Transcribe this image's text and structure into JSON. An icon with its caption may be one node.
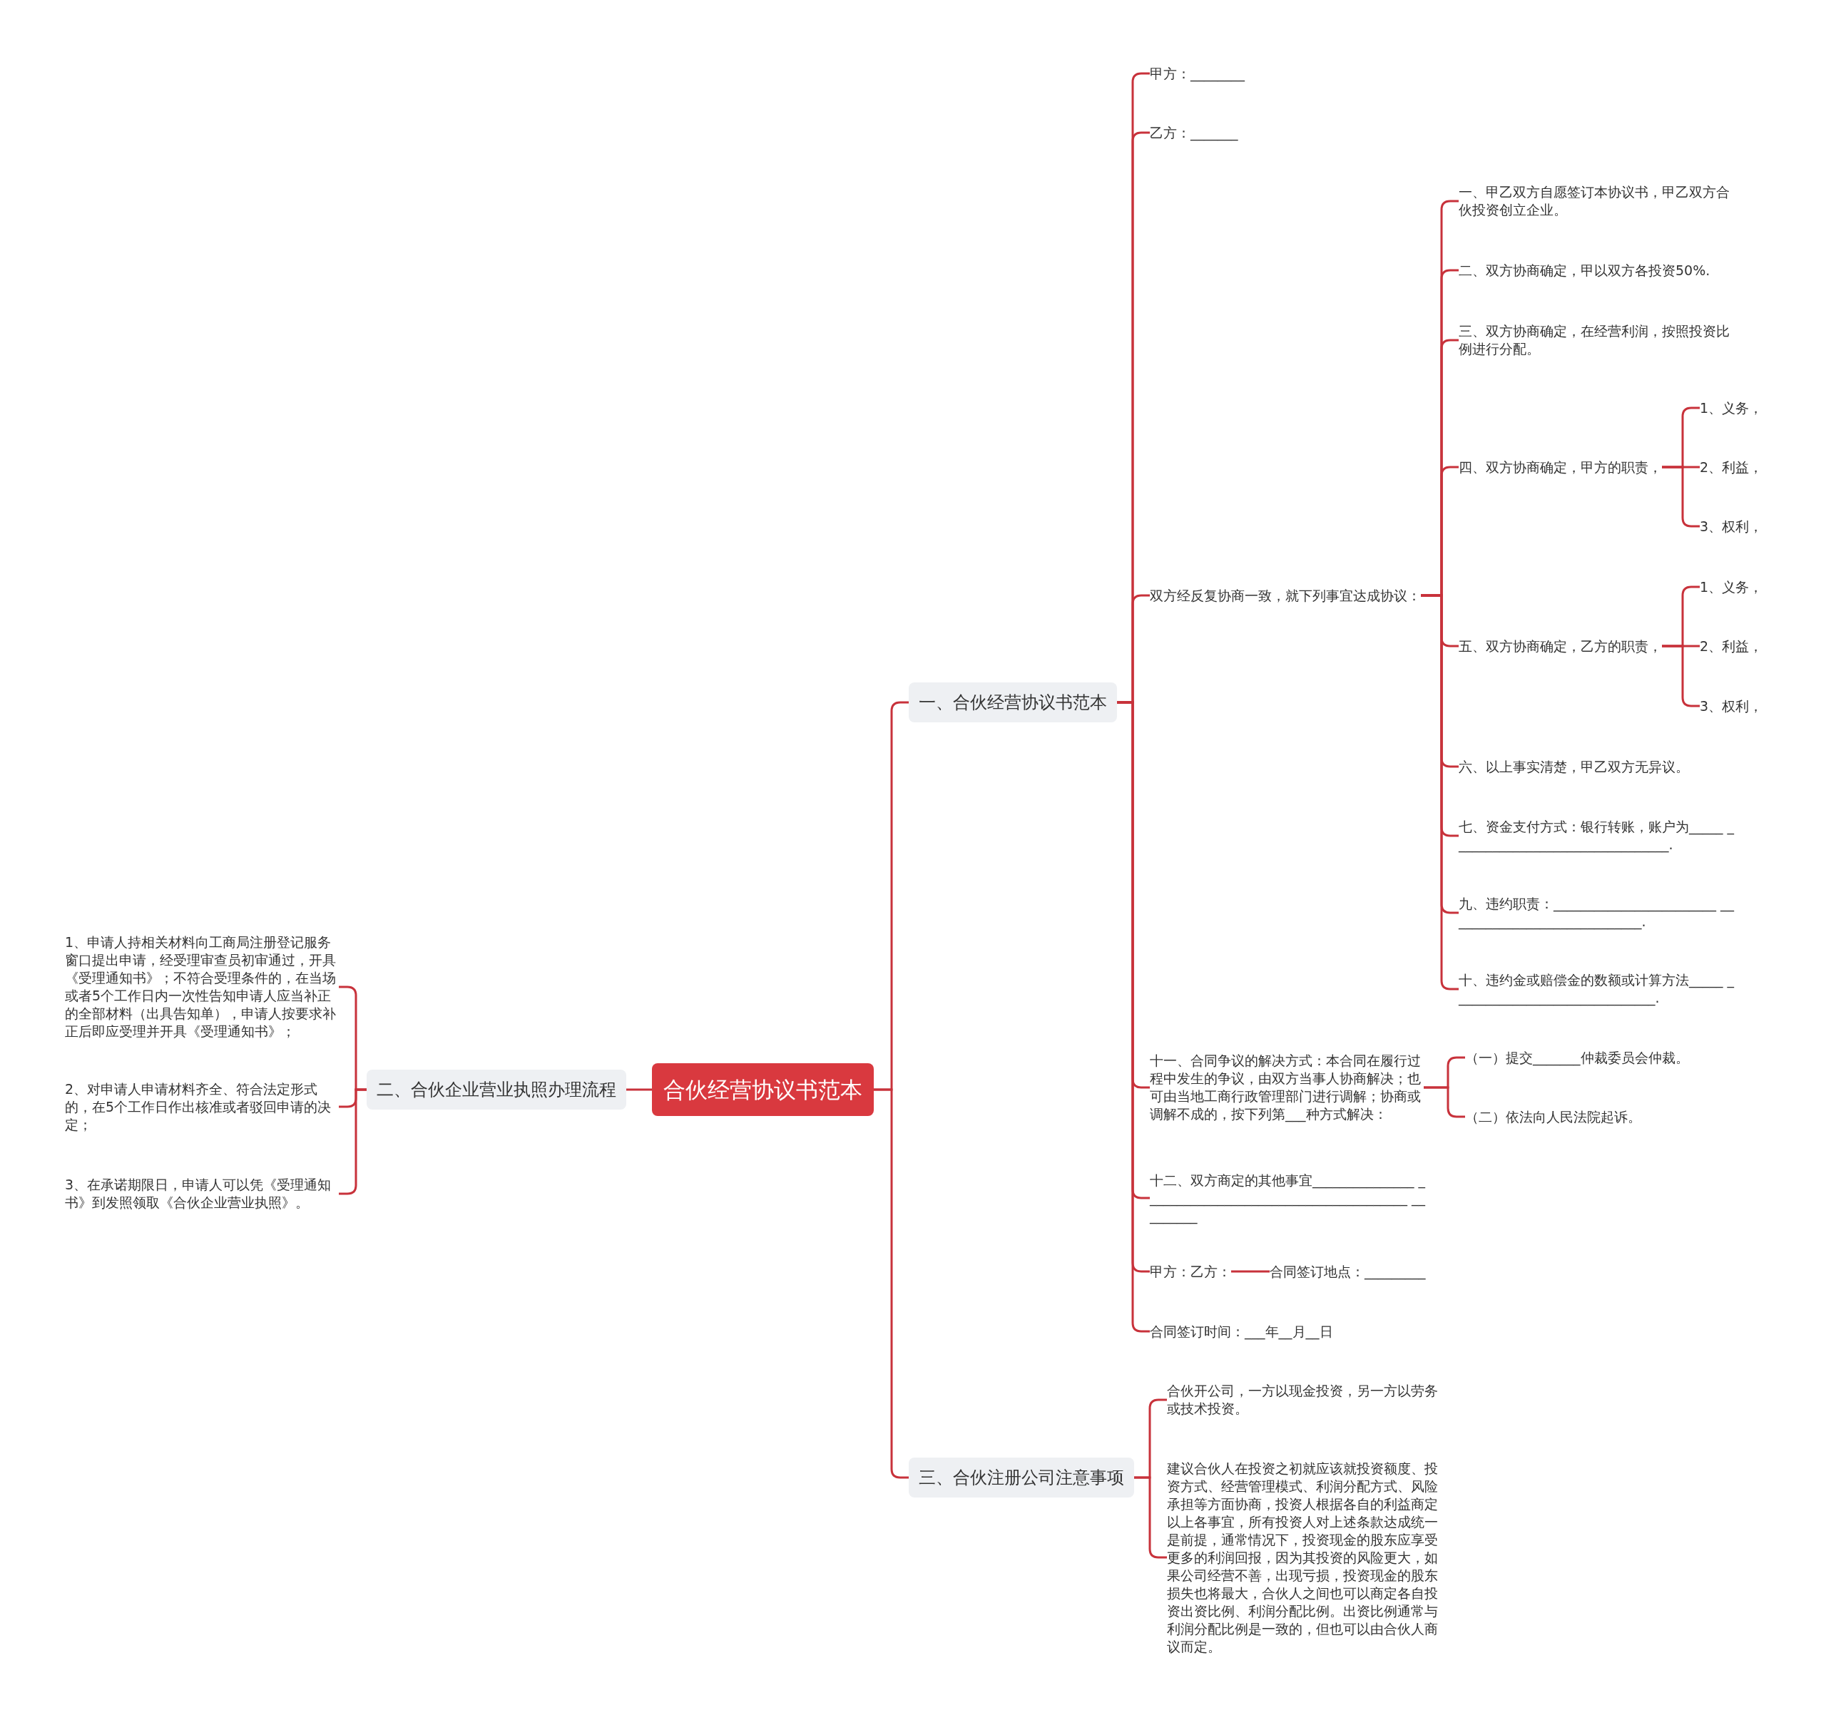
{
  "diagram": {
    "nodes": [
      {
        "text": [
          "合伙经营协议书范本"
        ]
      },
      {
        "text": [
          "一、合伙经营协议书范本"
        ]
      },
      {
        "text": [
          "甲方：________"
        ]
      },
      {
        "text": [
          "乙方：_______"
        ]
      },
      {
        "text": [
          "双方经反复协商一致，就下列事宜达成协议："
        ]
      },
      {
        "text": [
          "一、甲乙双方自愿签订本协议书，甲乙双方合伙投资创立企业。"
        ]
      },
      {
        "text": [
          "二、双方协商确定，甲以双方各投资50%."
        ]
      },
      {
        "text": [
          "三、双方协商确定，在经营利润，按照投资比例进行分配。"
        ]
      },
      {
        "text": [
          "四、双方协商确定，甲方的职责，"
        ]
      },
      {
        "text": [
          "1、义务，"
        ]
      },
      {
        "text": [
          "2、利益，"
        ]
      },
      {
        "text": [
          "3、权利，"
        ]
      },
      {
        "text": [
          "五、双方协商确定，乙方的职责，"
        ]
      },
      {
        "text": [
          "1、义务，"
        ]
      },
      {
        "text": [
          "2、利益，"
        ]
      },
      {
        "text": [
          "3、权利，"
        ]
      },
      {
        "text": [
          "六、以上事实清楚，甲乙双方无异议。"
        ]
      },
      {
        "text": [
          "七、资金支付方式：银行转账，账户为_____ ________________________________."
        ]
      },
      {
        "text": [
          "九、违约职责：________________________ _____________________________."
        ]
      },
      {
        "text": [
          "十、违约金或赔偿金的数额或计算方法_____ ______________________________."
        ]
      },
      {
        "text": [
          "十一、合同争议的解决方式：本合同在履行过程中发生的争议，由双方当事人协商解决；也可由当地工商行政管理部门进行调解；协商或调解不成的，按下列第___种方式解决："
        ]
      },
      {
        "text": [
          "（一）提交_______仲裁委员会仲裁。"
        ]
      },
      {
        "text": [
          "（二）依法向人民法院起诉。"
        ]
      },
      {
        "text": [
          "十二、双方商定的其他事宜_______________ _______________________________________ _________"
        ]
      },
      {
        "text": [
          "甲方：乙方："
        ]
      },
      {
        "text": [
          "合同签订地点：_________"
        ]
      },
      {
        "text": [
          "合同签订时间：___年__月__日"
        ]
      },
      {
        "text": [
          "三、合伙注册公司注意事项"
        ]
      },
      {
        "text": [
          "合伙开公司，一方以现金投资，另一方以劳务或技术投资。"
        ]
      },
      {
        "text": [
          "建议合伙人在投资之初就应该就投资额度、投资方式、经营管理模式、利润分配方式、风险承担等方面协商，投资人根据各自的利益商定以上各事宜，所有投资人对上述条款达成统一是前提，通常情况下，投资现金的股东应享受更多的利润回报，因为其投资的风险更大，如果公司经营不善，出现亏损，投资现金的股东损失也将最大，合伙人之间也可以商定各自投资出资比例、利润分配比例。出资比例通常与利润分配比例是一致的，但也可以由合伙人商议而定。"
        ]
      },
      {
        "text": [
          "二、合伙企业营业执照办理流程"
        ]
      },
      {
        "text": [
          "1、申请人持相关材料向工商局注册登记服务窗口提出申请，经受理审查员初审通过，开具《受理通知书》；不符合受理条件的，在当场或者5个工作日内一次性告知申请人应当补正的全部材料（出具告知单），申请人按要求补正后即应受理并开具《受理通知书》；"
        ]
      },
      {
        "text": [
          "2、对申请人申请材料齐全、符合法定形式的，在5个工作日作出核准或者驳回申请的决定；"
        ]
      },
      {
        "text": [
          "3、在承诺期限日，申请人可以凭《受理通知书》到发照领取《合伙企业营业执照》。"
        ]
      }
    ],
    "edges": [
      {
        "from": 0,
        "to": 1,
        "arrow": "none"
      },
      {
        "from": 0,
        "to": 27,
        "arrow": "none"
      },
      {
        "from": 0,
        "to": 30,
        "arrow": "none"
      },
      {
        "from": 1,
        "to": 2,
        "arrow": "none"
      },
      {
        "from": 1,
        "to": 3,
        "arrow": "none"
      },
      {
        "from": 1,
        "to": 4,
        "arrow": "none"
      },
      {
        "from": 1,
        "to": 20,
        "arrow": "none"
      },
      {
        "from": 1,
        "to": 23,
        "arrow": "none"
      },
      {
        "from": 1,
        "to": 24,
        "arrow": "none"
      },
      {
        "from": 1,
        "to": 26,
        "arrow": "none"
      },
      {
        "from": 4,
        "to": 5,
        "arrow": "none"
      },
      {
        "from": 4,
        "to": 6,
        "arrow": "none"
      },
      {
        "from": 4,
        "to": 7,
        "arrow": "none"
      },
      {
        "from": 4,
        "to": 8,
        "arrow": "none"
      },
      {
        "from": 4,
        "to": 12,
        "arrow": "none"
      },
      {
        "from": 4,
        "to": 16,
        "arrow": "none"
      },
      {
        "from": 4,
        "to": 17,
        "arrow": "none"
      },
      {
        "from": 4,
        "to": 18,
        "arrow": "none"
      },
      {
        "from": 4,
        "to": 19,
        "arrow": "none"
      },
      {
        "from": 8,
        "to": 9,
        "arrow": "none"
      },
      {
        "from": 8,
        "to": 10,
        "arrow": "none"
      },
      {
        "from": 8,
        "to": 11,
        "arrow": "none"
      },
      {
        "from": 12,
        "to": 13,
        "arrow": "none"
      },
      {
        "from": 12,
        "to": 14,
        "arrow": "none"
      },
      {
        "from": 12,
        "to": 15,
        "arrow": "none"
      },
      {
        "from": 20,
        "to": 21,
        "arrow": "none"
      },
      {
        "from": 20,
        "to": 22,
        "arrow": "none"
      },
      {
        "from": 24,
        "to": 25,
        "arrow": "none"
      },
      {
        "from": 27,
        "to": 28,
        "arrow": "none"
      },
      {
        "from": 27,
        "to": 29,
        "arrow": "none"
      },
      {
        "from": 30,
        "to": 31,
        "arrow": "none"
      },
      {
        "from": 30,
        "to": 32,
        "arrow": "none"
      },
      {
        "from": 30,
        "to": 33,
        "arrow": "none"
      }
    ]
  }
}
